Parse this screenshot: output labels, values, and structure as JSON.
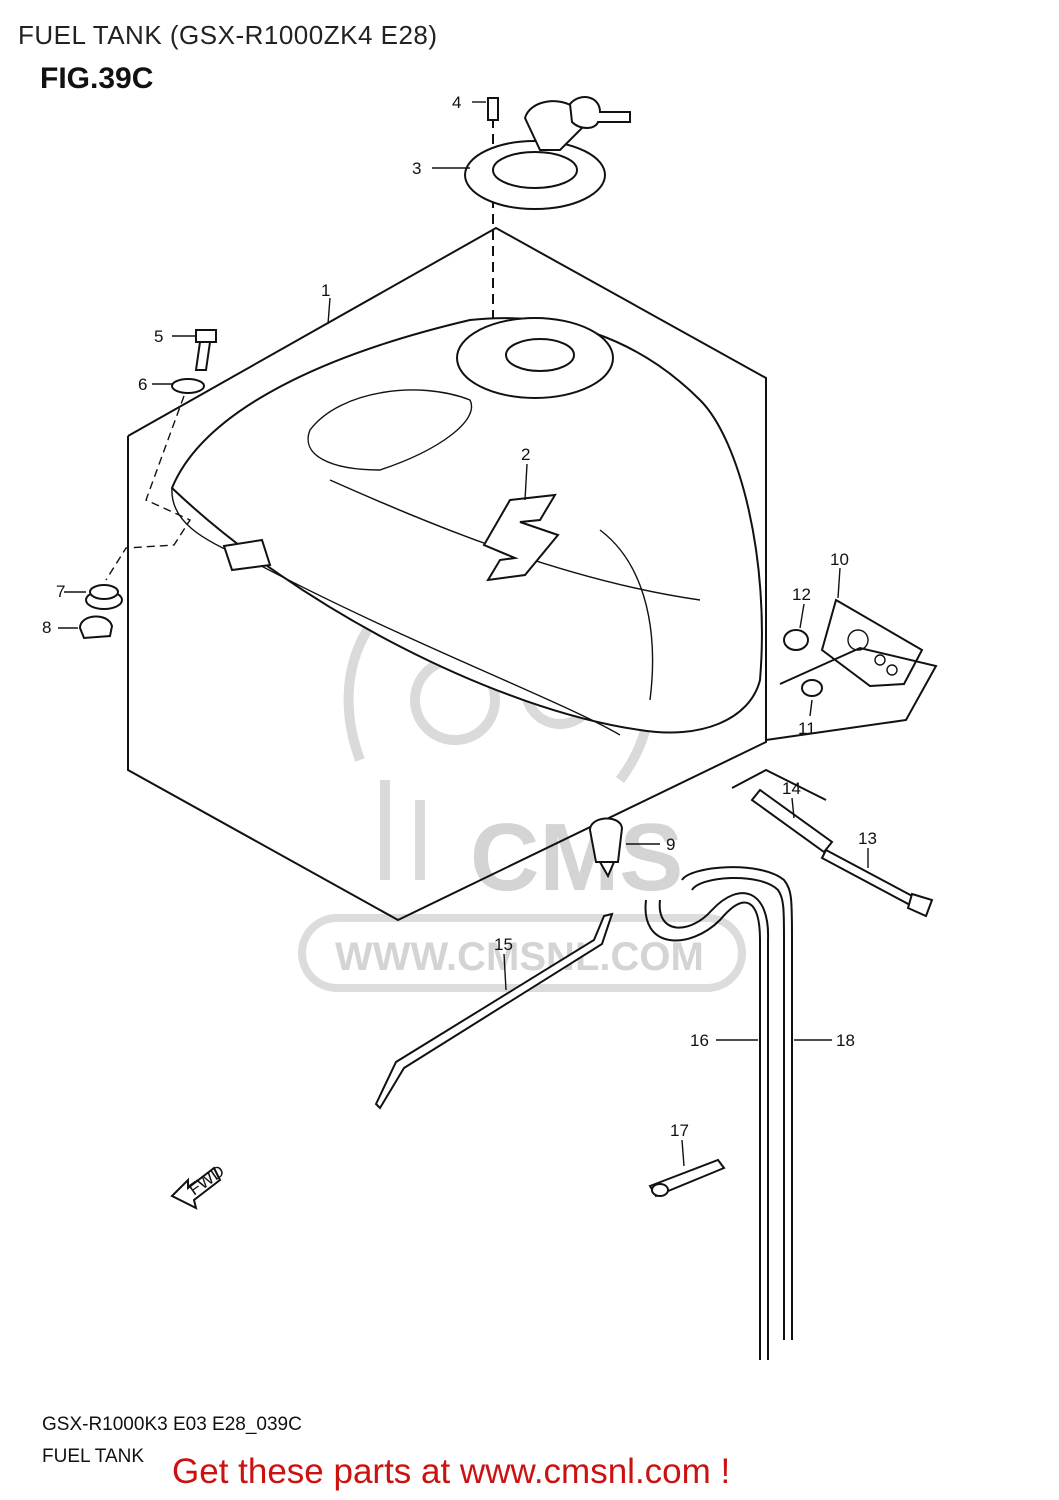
{
  "header": {
    "title": "FUEL TANK (GSX-R1000ZK4 E28)",
    "figure": "FIG.39C"
  },
  "watermark": {
    "logo": "CMS",
    "url": "WWW.CMSNL.COM"
  },
  "diagram": {
    "fwd_label": "FWD",
    "callouts": [
      "1",
      "2",
      "3",
      "4",
      "5",
      "6",
      "7",
      "8",
      "9",
      "10",
      "11",
      "12",
      "13",
      "14",
      "15",
      "16",
      "17",
      "18"
    ]
  },
  "footer": {
    "code": "GSX-R1000K3 E03 E28_039C",
    "name": "FUEL TANK",
    "cta": "Get these parts at www.cmsnl.com !",
    "cta_color": "#cc1111"
  }
}
